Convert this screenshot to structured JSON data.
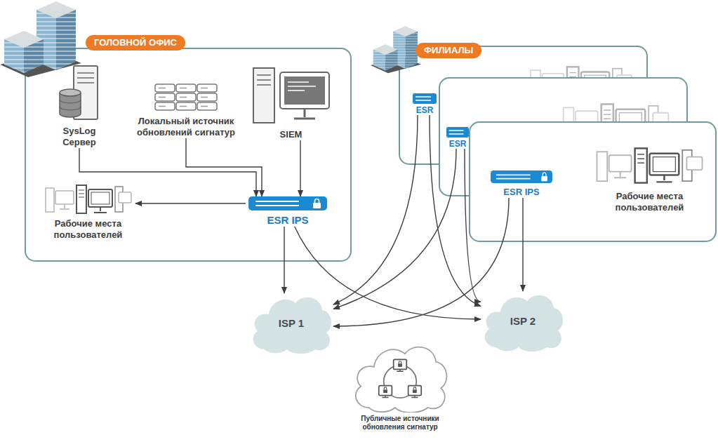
{
  "diagram": {
    "nodes": [
      {
        "text": [
          "ГОЛОВНОЙ ОФИС"
        ]
      },
      {
        "text": [
          "SysLog Сервер"
        ],
        "in": 0
      },
      {
        "text": [
          "Локальный источник обновлений сигнатур"
        ],
        "in": 0
      },
      {
        "text": [
          "SIEM"
        ],
        "in": 0
      },
      {
        "text": [
          "ESR IPS"
        ],
        "in": 0
      },
      {
        "text": [
          "Рабочие места пользователей"
        ],
        "in": 0
      },
      {
        "text": [
          "ФИЛИАЛЫ"
        ]
      },
      {
        "text": [
          "ESR"
        ],
        "in": 6
      },
      {
        "text": []
      },
      {
        "text": [
          "ESR"
        ],
        "in": 8
      },
      {
        "text": []
      },
      {
        "text": [
          "ESR IPS"
        ],
        "in": 10
      },
      {
        "text": [
          "Рабочие места пользователей"
        ],
        "in": 10
      },
      {
        "text": [
          "ISP 1"
        ]
      },
      {
        "text": [
          "ISP 2"
        ]
      },
      {
        "text": [
          "Публичные источники обновления сигнатур"
        ]
      }
    ],
    "edges": [
      {
        "from": 1,
        "to": 4,
        "arrow": "to"
      },
      {
        "from": 2,
        "to": 4,
        "arrow": "to"
      },
      {
        "from": 3,
        "to": 4,
        "arrow": "to"
      },
      {
        "from": 4,
        "to": 5,
        "arrow": "to"
      },
      {
        "from": 4,
        "to": 13,
        "arrow": "to"
      },
      {
        "from": 4,
        "to": 14,
        "arrow": "to"
      },
      {
        "from": 7,
        "to": 13,
        "arrow": "to"
      },
      {
        "from": 7,
        "to": 14,
        "arrow": "to"
      },
      {
        "from": 9,
        "to": 13,
        "arrow": "to"
      },
      {
        "from": 9,
        "to": 14,
        "arrow": "to"
      },
      {
        "from": 11,
        "to": 13,
        "arrow": "to"
      },
      {
        "from": 11,
        "to": 14,
        "arrow": "to"
      }
    ]
  }
}
